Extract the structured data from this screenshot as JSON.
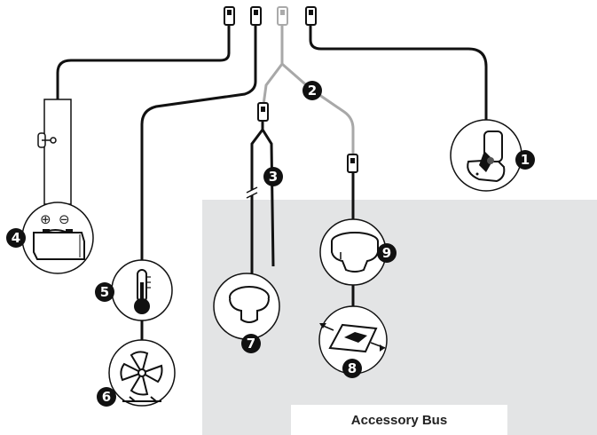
{
  "diagram": {
    "accessory_bus_label": "Accessory Bus",
    "callouts": [
      "1",
      "2",
      "3",
      "4",
      "5",
      "6",
      "7",
      "8",
      "9"
    ],
    "battery_symbols": {
      "positive": "⊕",
      "negative": "⊖"
    },
    "colors": {
      "bus_area": "#e3e4e5",
      "black_cable": "#111111",
      "gray_cable": "#a8a8a8",
      "callout_fill": "#111111"
    }
  }
}
